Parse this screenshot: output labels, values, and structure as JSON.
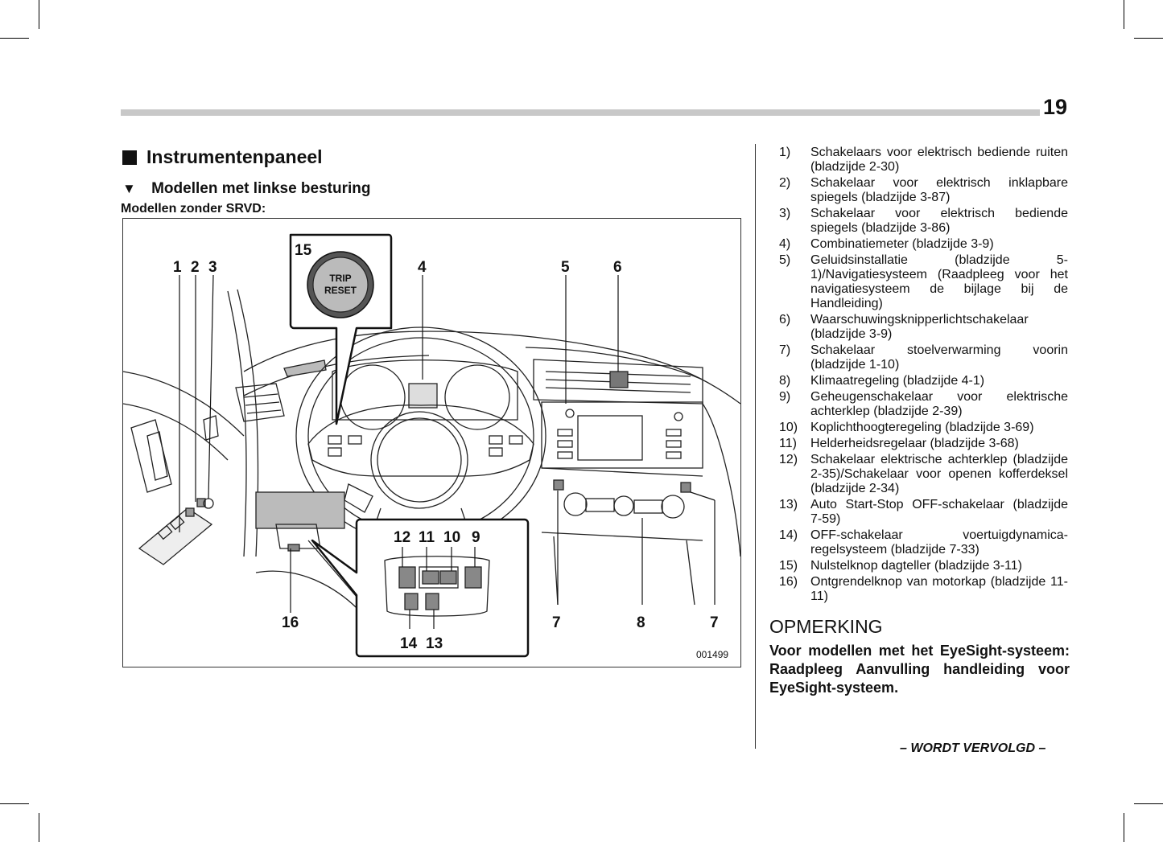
{
  "page_number": "19",
  "section_title": "Instrumentenpaneel",
  "subsection_title": "Modellen met linkse besturing",
  "model_label": "Modellen zonder SRVD:",
  "figure": {
    "callouts": {
      "c1": "1",
      "c2": "2",
      "c3": "3",
      "c4": "4",
      "c5": "5",
      "c6": "6",
      "c7a": "7",
      "c7b": "7",
      "c8": "8",
      "c15": "15",
      "c16": "16",
      "c9": "9",
      "c10": "10",
      "c11": "11",
      "c12": "12",
      "c13": "13",
      "c14": "14"
    },
    "trip_label_1": "TRIP",
    "trip_label_2": "RESET",
    "figure_id": "001499"
  },
  "legend": [
    {
      "num": "1)",
      "text": "Schakelaars voor elektrisch bediende ruiten (bladzijde 2-30)"
    },
    {
      "num": "2)",
      "text": "Schakelaar voor elektrisch inklapbare spiegels (bladzijde 3-87)"
    },
    {
      "num": "3)",
      "text": "Schakelaar voor elektrisch bediende spiegels (bladzijde 3-86)"
    },
    {
      "num": "4)",
      "text": "Combinatiemeter (bladzijde 3-9)"
    },
    {
      "num": "5)",
      "text": "Geluidsinstallatie (bladzijde 5-1)/Navigatiesysteem (Raadpleeg voor het navigatiesysteem de bijlage bij de Handleiding)"
    },
    {
      "num": "6)",
      "text": "Waarschuwingsknipperlichtschakelaar (bladzijde 3-9)"
    },
    {
      "num": "7)",
      "text": "Schakelaar stoelverwarming voorin (bladzijde 1-10)"
    },
    {
      "num": "8)",
      "text": "Klimaatregeling (bladzijde 4-1)"
    },
    {
      "num": "9)",
      "text": "Geheugenschakelaar voor elektrische achterklep (bladzijde 2-39)"
    },
    {
      "num": "10)",
      "text": "Koplichthoogteregeling (bladzijde 3-69)"
    },
    {
      "num": "11)",
      "text": "Helderheidsregelaar (bladzijde 3-68)"
    },
    {
      "num": "12)",
      "text": "Schakelaar elektrische achterklep (bladzijde 2-35)/Schakelaar voor openen kofferdeksel (bladzijde 2-34)"
    },
    {
      "num": "13)",
      "text": "Auto Start-Stop OFF-schakelaar (bladzijde 7-59)"
    },
    {
      "num": "14)",
      "text": "OFF-schakelaar voertuigdynamica-regelsysteem (bladzijde 7-33)"
    },
    {
      "num": "15)",
      "text": "Nulstelknop dagteller (bladzijde 3-11)"
    },
    {
      "num": "16)",
      "text": "Ontgrendelknop van motorkap (bladzijde 11-11)"
    }
  ],
  "note_title": "OPMERKING",
  "note_body": "Voor modellen met het EyeSight-systeem: Raadpleeg Aanvulling handleiding voor EyeSight-systeem.",
  "continued": "– WORDT VERVOLGD –"
}
